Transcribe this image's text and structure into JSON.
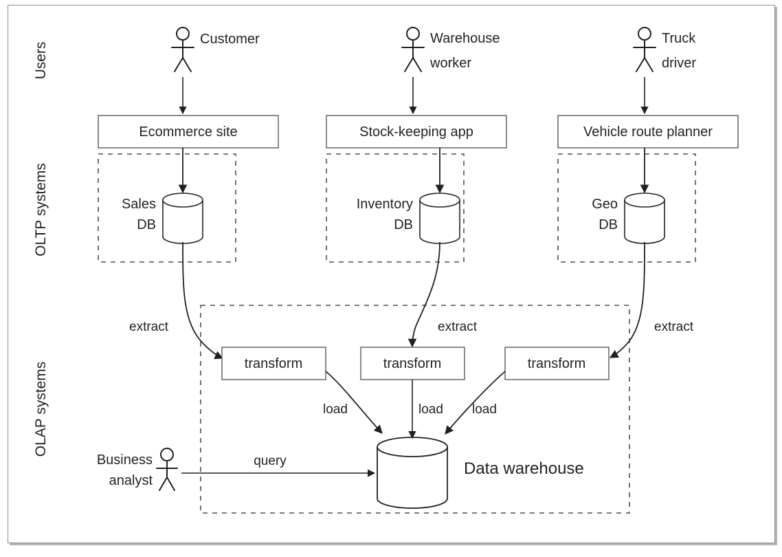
{
  "diagram": {
    "title": "Data warehouse ETL architecture diagram",
    "background": "#ffffff",
    "line_color": "#231f20",
    "box_stroke": "#6e6e6e",
    "dashed_color": "#4d4d4d",
    "frame_shadow": "#b3b3b3"
  },
  "swimlanes": [
    {
      "id": "users",
      "label": "Users"
    },
    {
      "id": "oltp",
      "label": "OLTP systems"
    },
    {
      "id": "olap",
      "label": "OLAP systems"
    }
  ],
  "actors": [
    {
      "id": "customer",
      "label": "Customer",
      "lines": [
        "Customer"
      ]
    },
    {
      "id": "warehouse-worker",
      "label": "Warehouse worker",
      "lines": [
        "Warehouse",
        "worker"
      ]
    },
    {
      "id": "truck-driver",
      "label": "Truck driver",
      "lines": [
        "Truck",
        "driver"
      ]
    },
    {
      "id": "business-analyst",
      "label": "Business analyst",
      "lines": [
        "Business",
        "analyst"
      ]
    }
  ],
  "applications": [
    {
      "id": "ecommerce-site",
      "label": "Ecommerce site"
    },
    {
      "id": "stock-keeping-app",
      "label": "Stock-keeping app"
    },
    {
      "id": "vehicle-route-planner",
      "label": "Vehicle route planner"
    }
  ],
  "databases": [
    {
      "id": "sales-db",
      "lines": [
        "Sales",
        "DB"
      ]
    },
    {
      "id": "inventory-db",
      "lines": [
        "Inventory",
        "DB"
      ]
    },
    {
      "id": "geo-db",
      "lines": [
        "Geo",
        "DB"
      ]
    }
  ],
  "transforms": [
    {
      "id": "transform-left",
      "label": "transform"
    },
    {
      "id": "transform-middle",
      "label": "transform"
    },
    {
      "id": "transform-right",
      "label": "transform"
    }
  ],
  "warehouse": {
    "id": "data-warehouse",
    "label": "Data warehouse"
  },
  "edge_labels": {
    "extract_left": "extract",
    "extract_middle": "extract",
    "extract_right": "extract",
    "load_left": "load",
    "load_middle": "load",
    "load_right": "load",
    "query": "query"
  }
}
